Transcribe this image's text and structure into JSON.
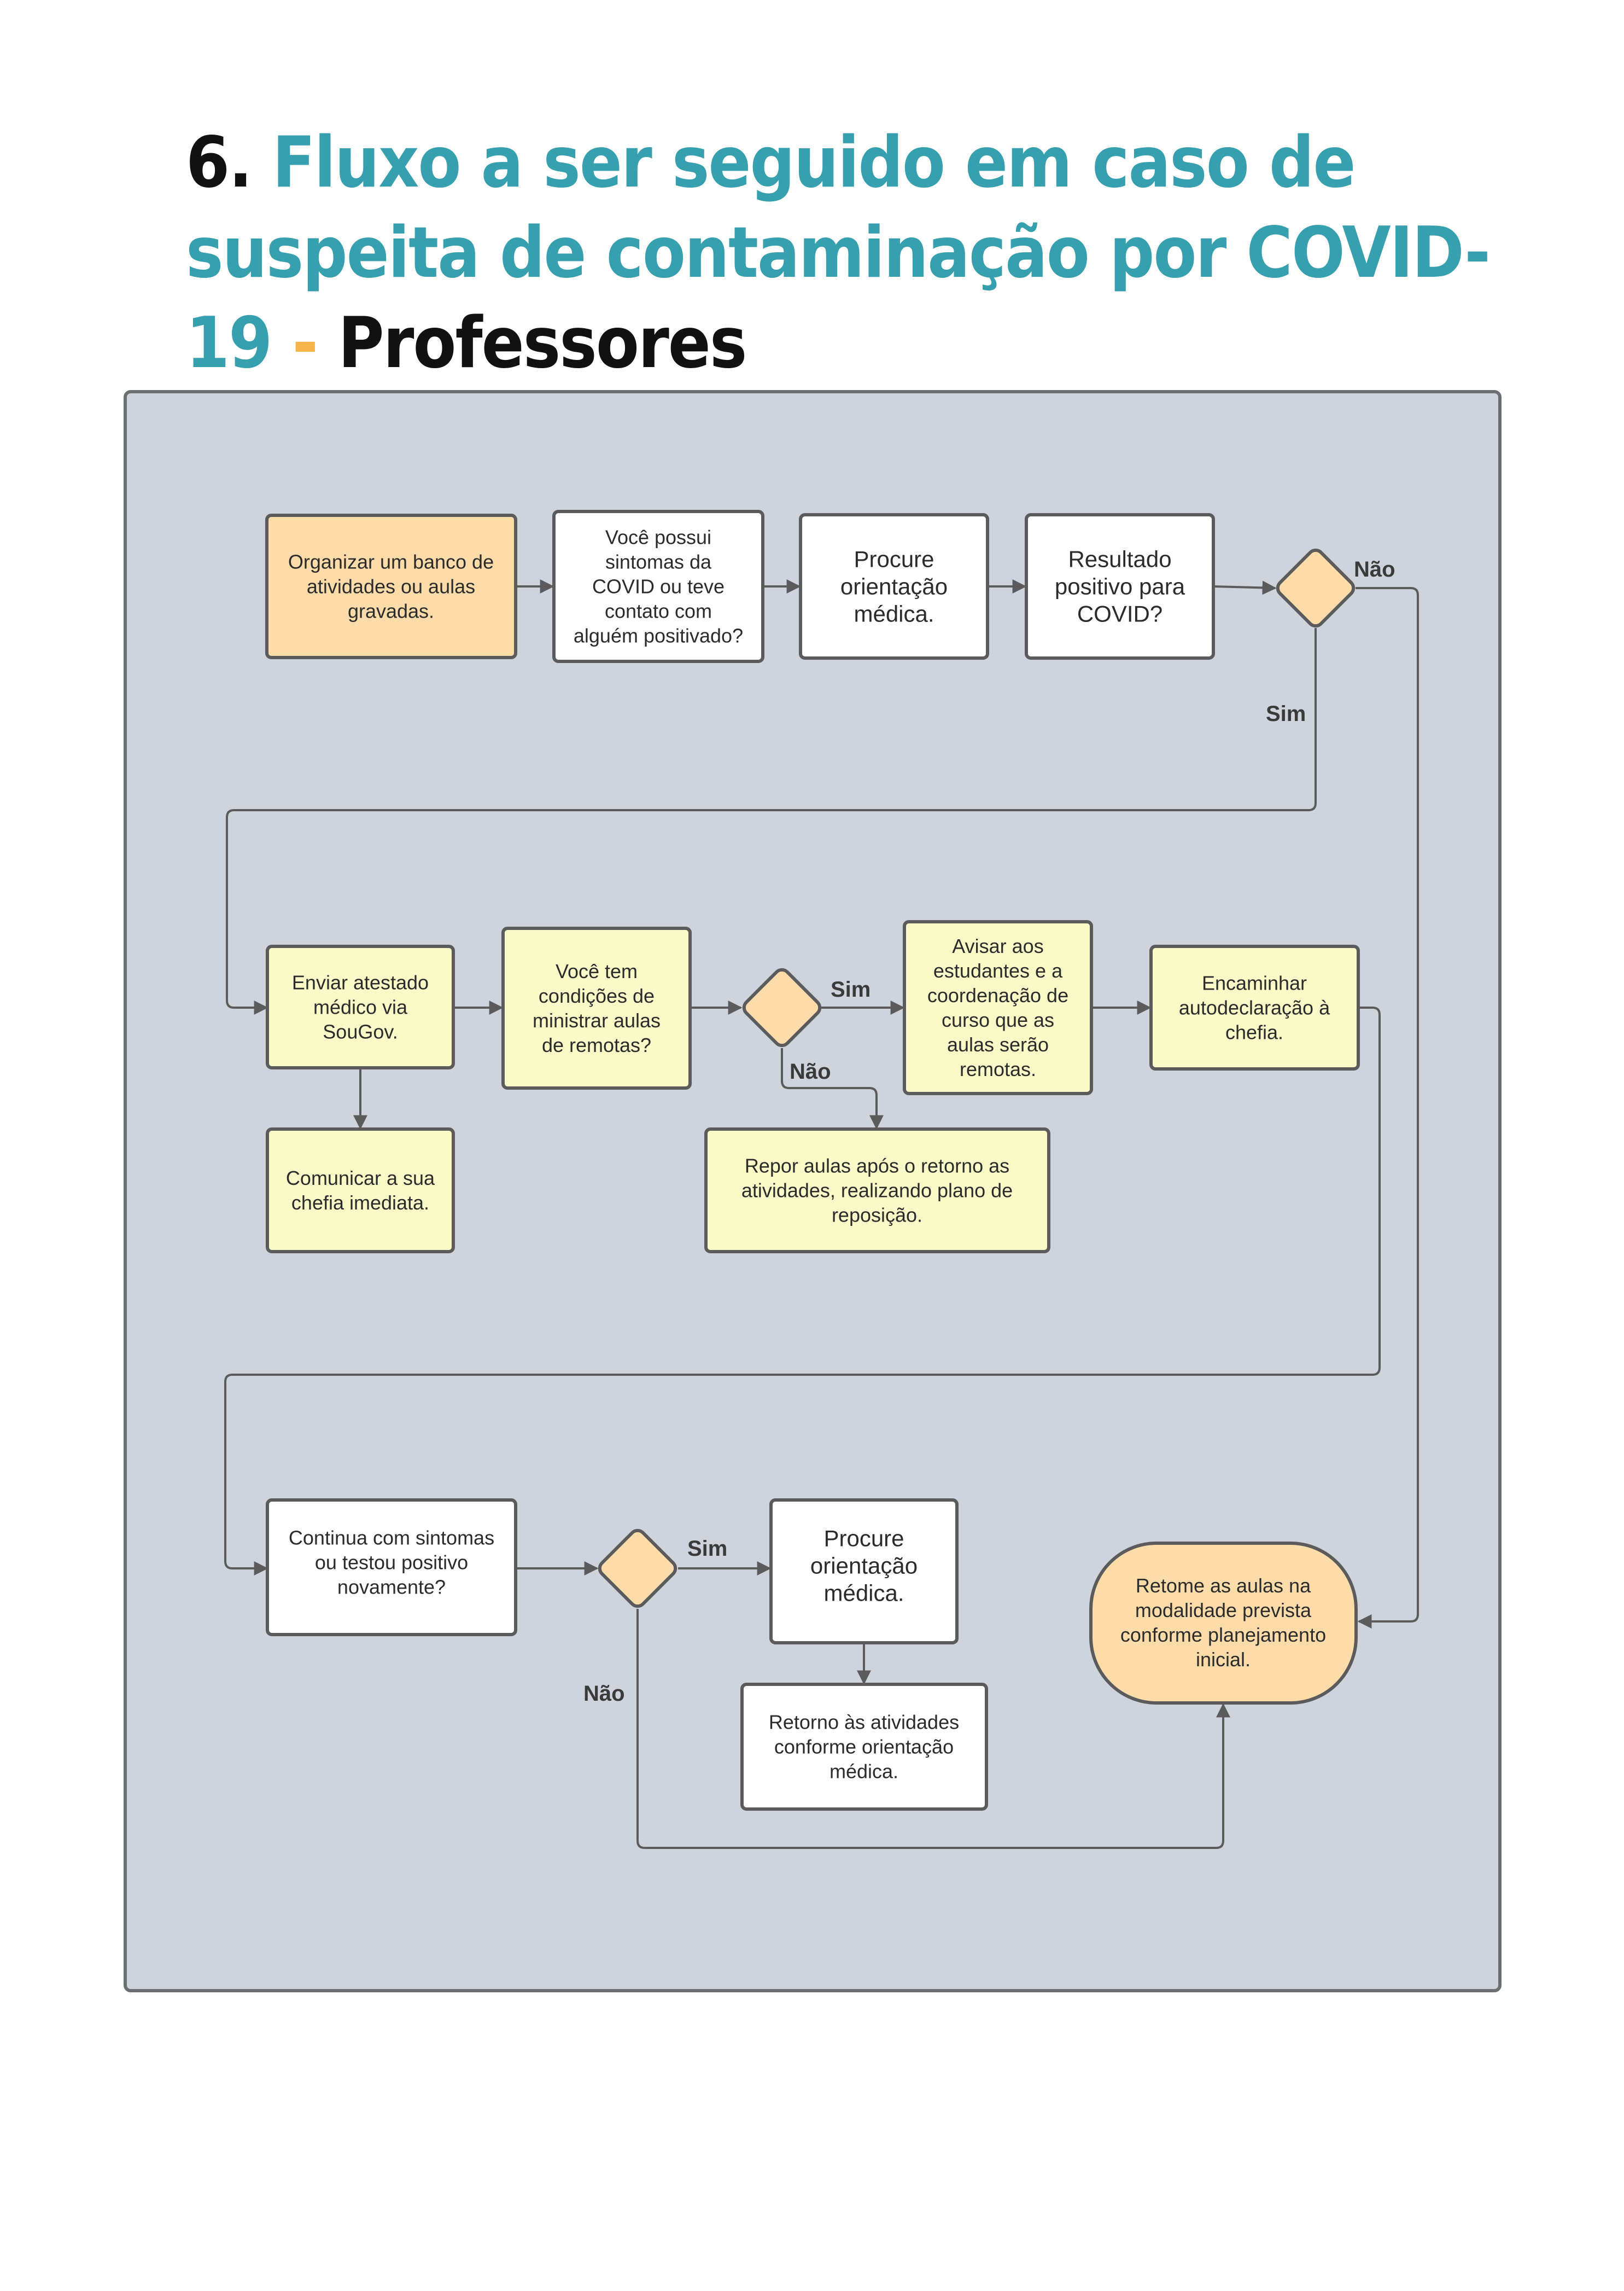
{
  "title": {
    "number": "6.",
    "main_part": "Fluxo a ser seguido em caso de suspeita de contaminação por COVID-19",
    "separator": "-",
    "audience": "Professores"
  },
  "colors": {
    "title_accent": "#36a0ae",
    "separator": "#f5b54b",
    "panel_bg": "#cfd3db",
    "orange_box": "#fddcaa",
    "yellow_box": "#fafac8",
    "white_box": "#ffffff",
    "stroke": "#5b5b5b"
  },
  "boxes": {
    "organizar": {
      "lines": [
        "Organizar um banco de",
        "atividades ou aulas",
        "gravadas."
      ]
    },
    "sintomas": {
      "lines": [
        "Você possui",
        "sintomas da",
        "COVID ou teve",
        "contato com",
        "alguém positivado?"
      ]
    },
    "procure1": {
      "lines": [
        "Procure",
        "orientação",
        "médica."
      ]
    },
    "resultado": {
      "lines": [
        "Resultado",
        "positivo para",
        "COVID?"
      ]
    },
    "atestado": {
      "lines": [
        "Enviar atestado",
        "médico via",
        "SouGov."
      ]
    },
    "comunicar": {
      "lines": [
        "Comunicar a sua",
        "chefia imediata."
      ]
    },
    "condicoes": {
      "lines": [
        "Você tem",
        "condições de",
        "ministrar aulas",
        "de remotas?"
      ]
    },
    "avisar": {
      "lines": [
        "Avisar aos",
        "estudantes e a",
        "coordenação de",
        "curso que as",
        "aulas serão",
        "remotas."
      ]
    },
    "encaminhar": {
      "lines": [
        "Encaminhar",
        "autodeclaração à",
        "chefia."
      ]
    },
    "repor": {
      "lines": [
        "Repor aulas após o retorno as",
        "atividades, realizando plano de",
        "reposição."
      ]
    },
    "continua": {
      "lines": [
        "Continua com sintomas",
        "ou testou positivo",
        "novamente?"
      ]
    },
    "procure2": {
      "lines": [
        "Procure",
        "orientação",
        "médica."
      ]
    },
    "retorno": {
      "lines": [
        "Retorno às atividades",
        "conforme orientação",
        "médica."
      ]
    },
    "retome": {
      "lines": [
        "Retome as aulas na",
        "modalidade prevista",
        "conforme planejamento",
        "inicial."
      ]
    }
  },
  "labels": {
    "nao_1": "Não",
    "sim_1": "Sim",
    "sim_2": "Sim",
    "nao_2": "Não",
    "sim_3": "Sim",
    "nao_3": "Não"
  }
}
